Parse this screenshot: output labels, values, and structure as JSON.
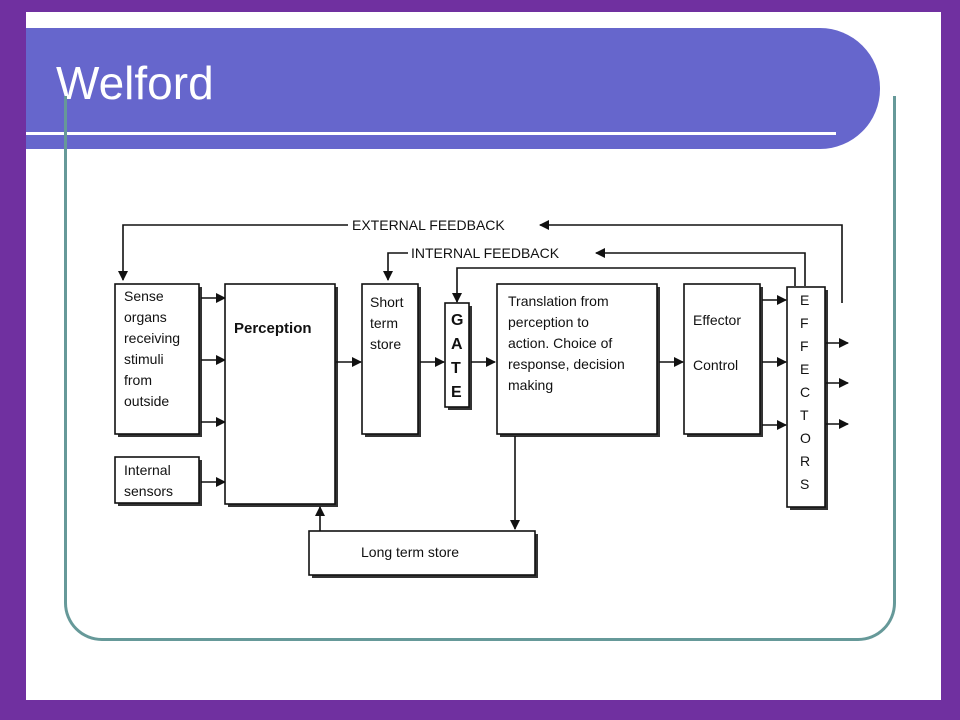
{
  "slide": {
    "title": "Welford"
  },
  "diagram": {
    "external_feedback": "EXTERNAL FEEDBACK",
    "internal_feedback": "INTERNAL FEEDBACK",
    "sense_organs": [
      "Sense",
      "organs",
      "receiving",
      "stimuli",
      "from",
      "outside"
    ],
    "internal_sensors": [
      "Internal",
      "sensors"
    ],
    "perception": "Perception",
    "short_term_store": [
      "Short",
      "term",
      "store"
    ],
    "gate": [
      "G",
      "A",
      "T",
      "E"
    ],
    "translation": [
      "Translation from",
      "perception to",
      "action. Choice of",
      "response, decision",
      "making"
    ],
    "effector_control": [
      "Effector",
      "Control"
    ],
    "effectors": [
      "E",
      "F",
      "F",
      "E",
      "C",
      "T",
      "O",
      "R",
      "S"
    ],
    "long_term_store": "Long term store"
  }
}
